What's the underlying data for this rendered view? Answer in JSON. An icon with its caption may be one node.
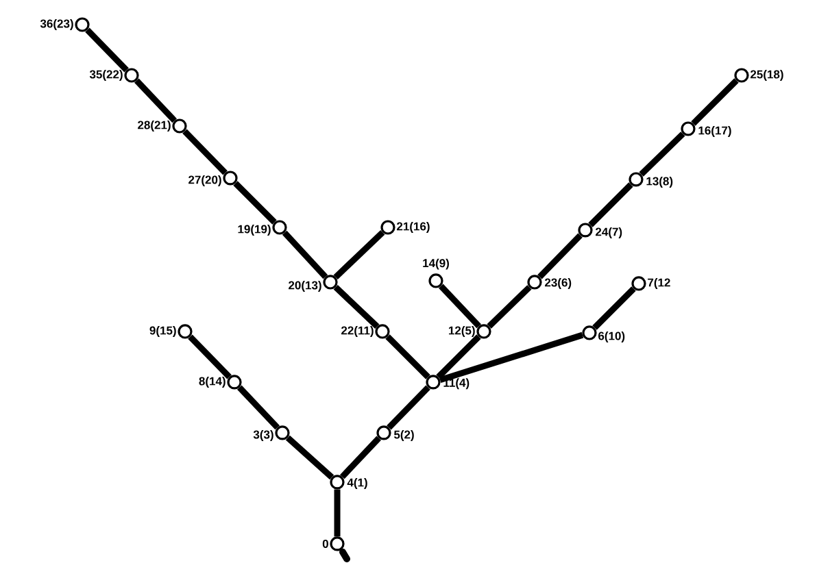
{
  "diagram": {
    "nodes": [
      {
        "text": [],
        "shape": "circle",
        "beside": [
          "36(23)"
        ]
      },
      {
        "text": [],
        "shape": "circle",
        "beside": [
          "35(22)"
        ]
      },
      {
        "text": [],
        "shape": "circle",
        "beside": [
          "25(18)"
        ]
      },
      {
        "text": [],
        "shape": "circle",
        "beside": [
          "28(21)"
        ]
      },
      {
        "text": [],
        "shape": "circle",
        "beside": [
          "16(17)"
        ]
      },
      {
        "text": [],
        "shape": "circle",
        "beside": [
          "27(20)"
        ]
      },
      {
        "text": [],
        "shape": "circle",
        "beside": [
          "13(8)"
        ]
      },
      {
        "text": [],
        "shape": "circle",
        "beside": [
          "19(19)"
        ]
      },
      {
        "text": [],
        "shape": "circle",
        "beside": [
          "21(16)"
        ]
      },
      {
        "text": [],
        "shape": "circle",
        "beside": [
          "24(7)"
        ]
      },
      {
        "text": [],
        "shape": "circle",
        "beside": [
          "14(9)"
        ]
      },
      {
        "text": [],
        "shape": "circle",
        "beside": [
          "20(13)"
        ]
      },
      {
        "text": [],
        "shape": "circle",
        "beside": [
          "23(6)"
        ]
      },
      {
        "text": [],
        "shape": "circle",
        "beside": [
          "7(12"
        ]
      },
      {
        "text": [],
        "shape": "circle",
        "beside": [
          "9(15)"
        ]
      },
      {
        "text": [],
        "shape": "circle",
        "beside": [
          "22(11)"
        ]
      },
      {
        "text": [],
        "shape": "circle",
        "beside": [
          "12(5)"
        ]
      },
      {
        "text": [],
        "shape": "circle",
        "beside": [
          "6(10)"
        ]
      },
      {
        "text": [],
        "shape": "circle",
        "beside": [
          "8(14)"
        ]
      },
      {
        "text": [],
        "shape": "circle",
        "beside": [
          "11(4)"
        ]
      },
      {
        "text": [],
        "shape": "circle",
        "beside": [
          "3(3)"
        ]
      },
      {
        "text": [],
        "shape": "circle",
        "beside": [
          "5(2)"
        ]
      },
      {
        "text": [],
        "shape": "circle",
        "beside": [
          "4(1)"
        ]
      },
      {
        "text": [],
        "shape": "circle",
        "beside": [
          "0"
        ]
      }
    ],
    "edges": [
      {
        "from": 23,
        "to": 22,
        "arrow": "none"
      },
      {
        "from": 22,
        "to": 20,
        "arrow": "none"
      },
      {
        "from": 20,
        "to": 18,
        "arrow": "none"
      },
      {
        "from": 18,
        "to": 14,
        "arrow": "none"
      },
      {
        "from": 22,
        "to": 21,
        "arrow": "none"
      },
      {
        "from": 21,
        "to": 19,
        "arrow": "none"
      },
      {
        "from": 19,
        "to": 15,
        "arrow": "none"
      },
      {
        "from": 15,
        "to": 11,
        "arrow": "none"
      },
      {
        "from": 11,
        "to": 7,
        "arrow": "none"
      },
      {
        "from": 7,
        "to": 5,
        "arrow": "none"
      },
      {
        "from": 5,
        "to": 3,
        "arrow": "none"
      },
      {
        "from": 3,
        "to": 1,
        "arrow": "none"
      },
      {
        "from": 1,
        "to": 0,
        "arrow": "none"
      },
      {
        "from": 11,
        "to": 8,
        "arrow": "none"
      },
      {
        "from": 19,
        "to": 16,
        "arrow": "none"
      },
      {
        "from": 16,
        "to": 10,
        "arrow": "none"
      },
      {
        "from": 16,
        "to": 12,
        "arrow": "none"
      },
      {
        "from": 12,
        "to": 9,
        "arrow": "none"
      },
      {
        "from": 9,
        "to": 6,
        "arrow": "none"
      },
      {
        "from": 6,
        "to": 4,
        "arrow": "none"
      },
      {
        "from": 4,
        "to": 2,
        "arrow": "none"
      },
      {
        "from": 19,
        "to": 17,
        "arrow": "none"
      },
      {
        "from": 17,
        "to": 13,
        "arrow": "none"
      }
    ]
  }
}
